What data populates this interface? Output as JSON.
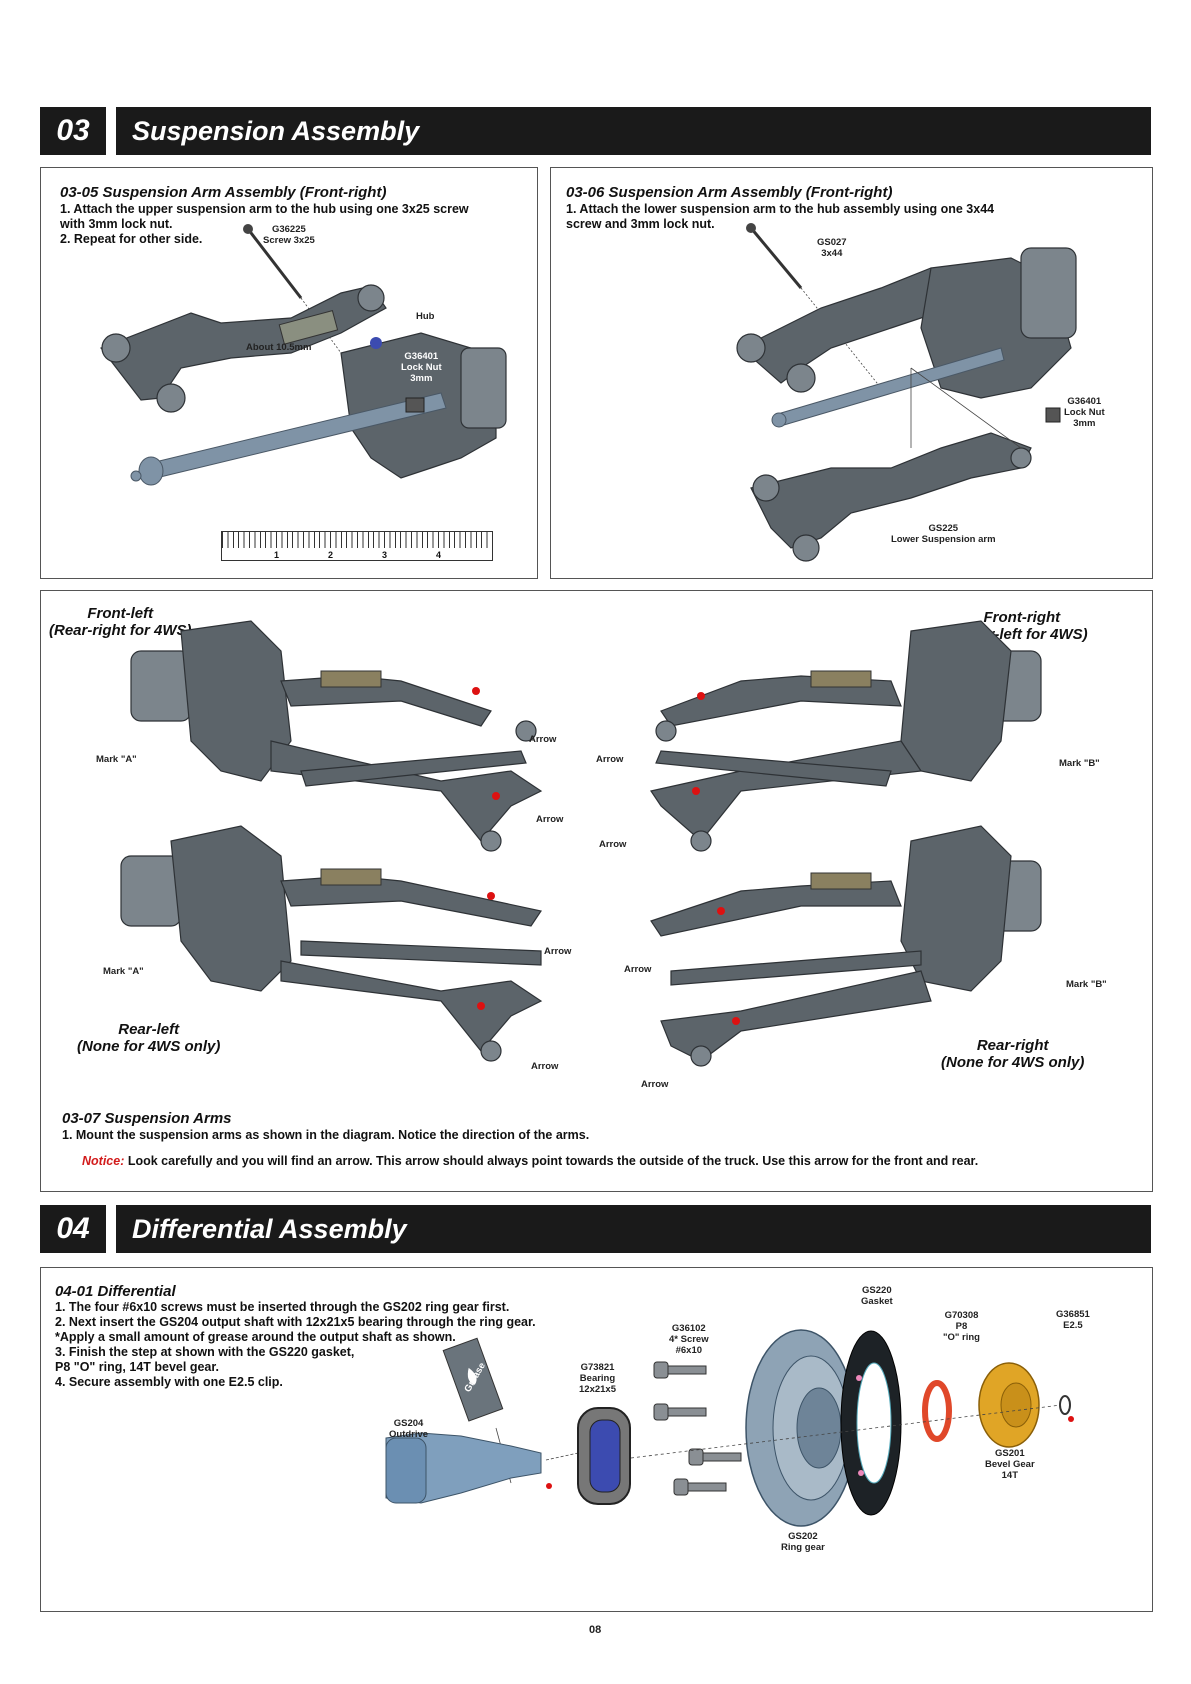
{
  "section03": {
    "number": "03",
    "title": "Suspension Assembly",
    "step0305": {
      "title": "03-05  Suspension Arm Assembly (Front-right)",
      "line1": "1. Attach the upper suspension arm to the hub using one 3x25 screw",
      "line2": "    with 3mm lock nut.",
      "line3": "2. Repeat for other side.",
      "screw_label": "G36225",
      "screw_sub": "Screw 3x25",
      "hub_label": "Hub",
      "about_label": "About 10.5mm",
      "nut_label": "G36401",
      "nut_sub1": "Lock Nut",
      "nut_sub2": "3mm",
      "ruler_ticks": [
        "1",
        "2",
        "3",
        "4"
      ]
    },
    "step0306": {
      "title": "03-06  Suspension Arm Assembly (Front-right)",
      "line1": "1. Attach the lower suspension arm to the hub assembly using one 3x44",
      "line2": "    screw and 3mm lock nut.",
      "screw_label": "GS027",
      "screw_sub": "3x44",
      "nut_label": "G36401",
      "nut_sub1": "Lock Nut",
      "nut_sub2": "3mm",
      "arm_label": "GS225",
      "arm_sub": "Lower Suspension arm"
    },
    "step0307": {
      "front_left_1": "Front-left",
      "front_left_2": "(Rear-right for 4WS)",
      "front_right_1": "Front-right",
      "front_right_2": "(Rear-left for 4WS)",
      "rear_left_1": "Rear-left",
      "rear_left_2": "(None for 4WS only)",
      "rear_right_1": "Rear-right",
      "rear_right_2": "(None for 4WS only)",
      "mark_a": "Mark \"A\"",
      "mark_b": "Mark \"B\"",
      "arrow": "Arrow",
      "title": "03-07  Suspension Arms",
      "line1": "1. Mount the suspension arms as shown in the diagram.  Notice the direction of the arms.",
      "notice_label": "Notice:",
      "notice_text": " Look carefully and you will find an arrow.  This arrow should always point towards the outside of the truck.  Use this arrow for the front and rear."
    }
  },
  "section04": {
    "number": "04",
    "title": "Differential Assembly",
    "step0401": {
      "title": "04-01  Differential",
      "line1": "1. The four #6x10 screws must be inserted through the GS202 ring gear first.",
      "line2": "2. Next insert the GS204 output shaft with 12x21x5 bearing through the ring gear.",
      "line3": "    *Apply a small amount of grease around the output shaft as shown.",
      "line4": "3. Finish the step at shown with the GS220 gasket,",
      "line5": "    P8 \"O\" ring, 14T bevel gear.",
      "line6": "4. Secure assembly with one E2.5 clip.",
      "grease": "Grease",
      "gs204": "GS204",
      "gs204_sub": "Outdrive",
      "g73821": "G73821",
      "g73821_sub1": "Bearing",
      "g73821_sub2": "12x21x5",
      "g36102": "G36102",
      "g36102_sub1": "4* Screw",
      "g36102_sub2": "#6x10",
      "gs202": "GS202",
      "gs202_sub": "Ring gear",
      "gs220": "GS220",
      "gs220_sub": "Gasket",
      "g70308": "G70308",
      "g70308_sub1": "P8",
      "g70308_sub2": "\"O\" ring",
      "gs201": "GS201",
      "gs201_sub1": "Bevel Gear",
      "gs201_sub2": "14T",
      "g36851": "G36851",
      "g36851_sub": "E2.5"
    }
  },
  "page_number": "08",
  "colors": {
    "header_bg": "#1a1a1a",
    "notice": "#d21b1b",
    "part_gray": "#5c646a",
    "shaft_blue": "#7f93a6",
    "gear_gold": "#e0a526",
    "oring": "#e0482a",
    "ring_gear": "#8ea3b5"
  }
}
